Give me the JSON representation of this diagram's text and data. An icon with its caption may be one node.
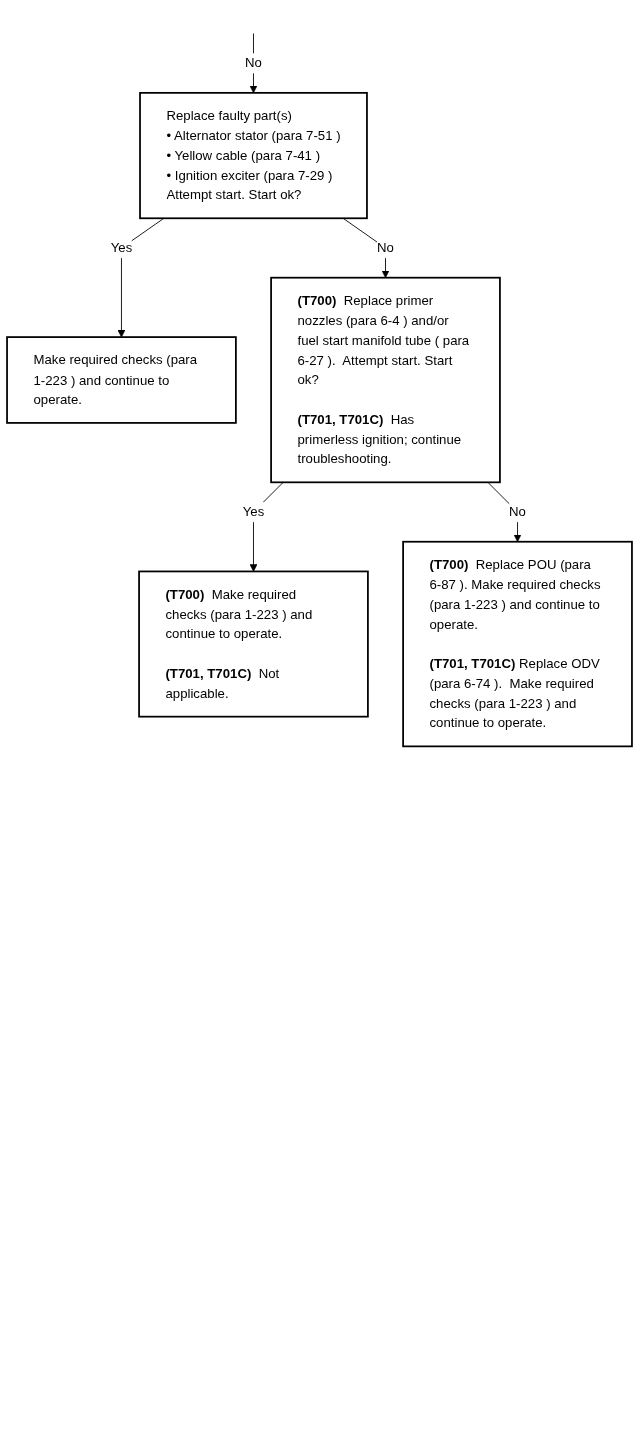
{
  "diagram": {
    "nodes": [
      {
        "text": [
          "Replace faulty part(s)",
          "• Alternator stator (para 7-51 )",
          "• Yellow cable (para 7-41 )",
          "• Ignition exciter (para 7-29 )",
          "Attempt start.  Start ok?"
        ]
      },
      {
        "text": [
          "Make required checks (para 1-223 ) and continue to operate."
        ]
      },
      {
        "text": [
          "**(T700)**  Replace primer nozzles (para 6-4 ) and/or fuel start manifold tube ( para 6-27 ).  Attempt start. Start ok?",
          "**(T701, T701C)**  Has primerless ignition; continue troubleshooting."
        ]
      },
      {
        "text": [
          "**(T700)**  Make required checks (para 1-223 ) and continue to operate.",
          "**(T701, T701C)**  Not applicable."
        ]
      },
      {
        "text": [
          "**(T700)**  Replace POU (para 6-87 ). Make required checks (para 1-223 ) and continue to operate.",
          "**(T701, T701C)** Replace ODV (para 6-74 ).  Make required checks (para 1-223 ) and continue to operate."
        ]
      }
    ],
    "edges": [
      {
        "from": null,
        "to": 0,
        "arrow": "to",
        "label": "No"
      },
      {
        "from": 0,
        "to": 1,
        "arrow": "to",
        "label": "Yes"
      },
      {
        "from": 0,
        "to": 2,
        "arrow": "to",
        "label": "No"
      },
      {
        "from": 2,
        "to": 3,
        "arrow": "to",
        "label": "Yes"
      },
      {
        "from": 2,
        "to": 4,
        "arrow": "to",
        "label": "No"
      }
    ]
  }
}
